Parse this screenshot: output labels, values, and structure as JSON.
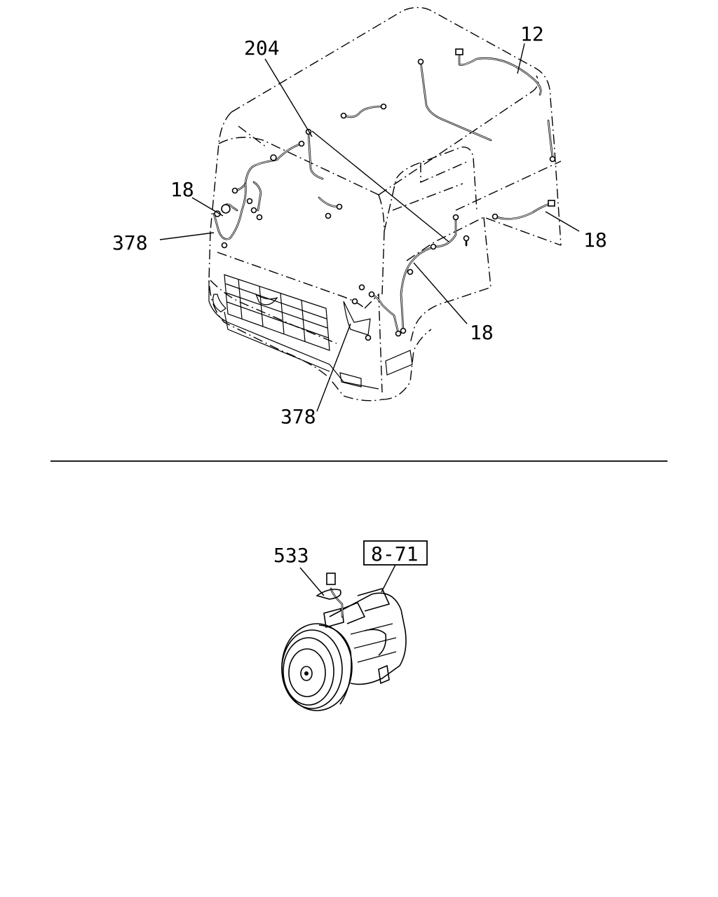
{
  "upper_diagram": {
    "callouts": [
      {
        "id": "c12",
        "text": "12"
      },
      {
        "id": "c204",
        "text": "204"
      },
      {
        "id": "c18a",
        "text": "18"
      },
      {
        "id": "c378a",
        "text": "378"
      },
      {
        "id": "c18b",
        "text": "18"
      },
      {
        "id": "c18c",
        "text": "18"
      },
      {
        "id": "c378b",
        "text": "378"
      }
    ]
  },
  "lower_diagram": {
    "callouts": [
      {
        "id": "c533",
        "text": "533"
      }
    ],
    "reference_box": {
      "text": "8-71"
    }
  }
}
